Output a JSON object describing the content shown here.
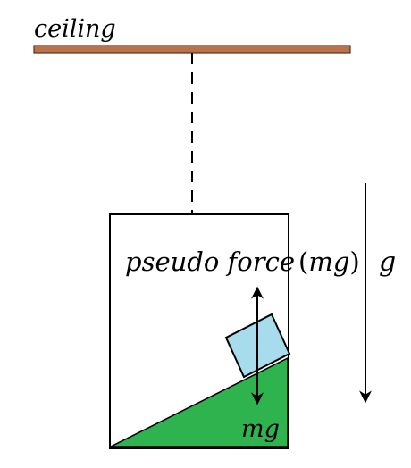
{
  "labels": {
    "ceiling": "ceiling",
    "pseudo_force": "pseudo force",
    "paren_open": "(",
    "mg_in_paren": "mg",
    "paren_close": ")",
    "gravity": "g",
    "weight": "mg"
  },
  "colors": {
    "ceiling_fill": "#b8734e",
    "ceiling_stroke": "#5a2e1a",
    "incline": "#2eb34f",
    "block": "#a6dceb",
    "line": "#000000"
  }
}
